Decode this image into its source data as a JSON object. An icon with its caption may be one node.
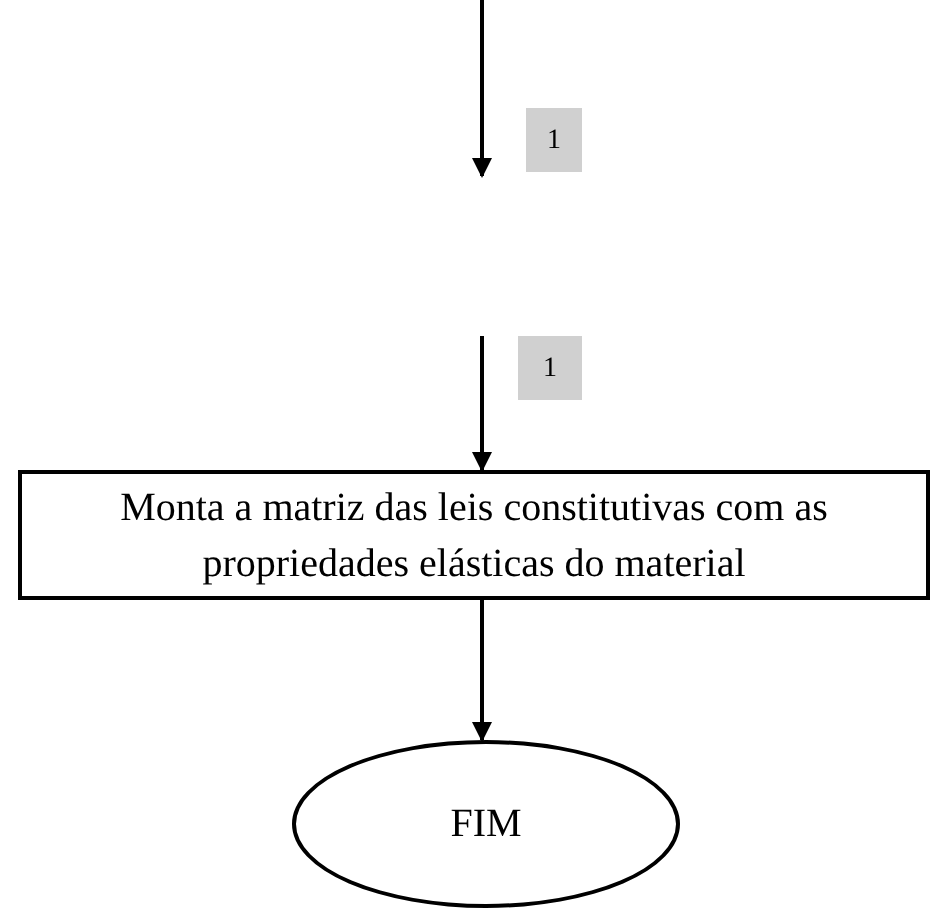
{
  "diagram": {
    "nodes": [
      {
        "text": [
          "1"
        ]
      },
      {
        "text": [
          "1"
        ]
      },
      {
        "text": [
          "Monta a matriz das leis constitutivas com as propriedades elásticas do material"
        ]
      },
      {
        "text": [
          "FIM"
        ]
      }
    ],
    "edges": [
      {
        "from": null,
        "to": 2,
        "arrow": "to"
      },
      {
        "from": 2,
        "to": 3,
        "arrow": "to"
      }
    ]
  }
}
